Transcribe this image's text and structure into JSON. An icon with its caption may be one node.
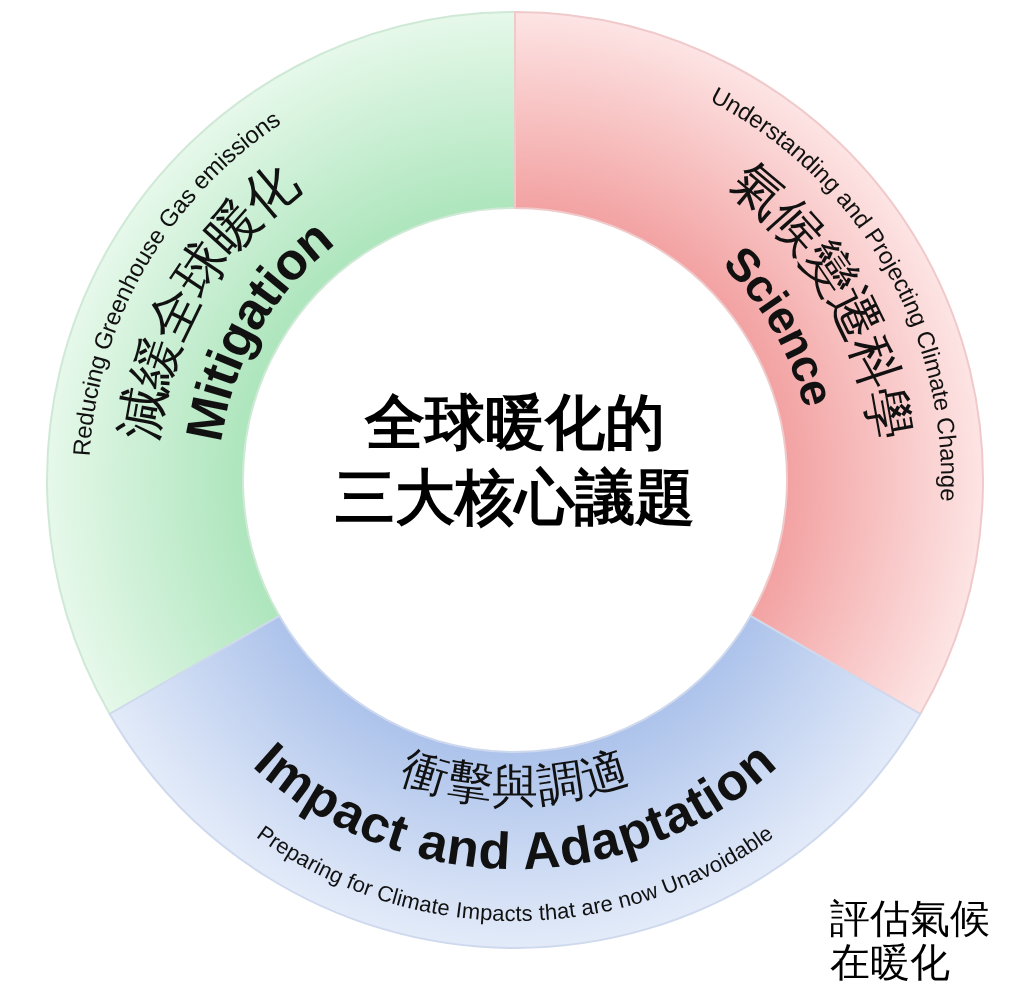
{
  "diagram": {
    "nodes": [
      {
        "text": [
          "全球暖化的三大核心議題"
        ]
      },
      {
        "text": [
          "Reducing Greenhouse Gas emissions",
          "減緩全球暖化",
          "Mitigation"
        ]
      },
      {
        "text": [
          "Understanding and Projecting Climate Change",
          "氣候變遷科學",
          "Science"
        ]
      },
      {
        "text": [
          "衝擊與調適",
          "Impact and Adaptation",
          "Preparing for Climate Impacts that are now Unavoidable"
        ]
      }
    ],
    "edges": [],
    "labels": [
      "評估氣候",
      "在暖化"
    ]
  }
}
